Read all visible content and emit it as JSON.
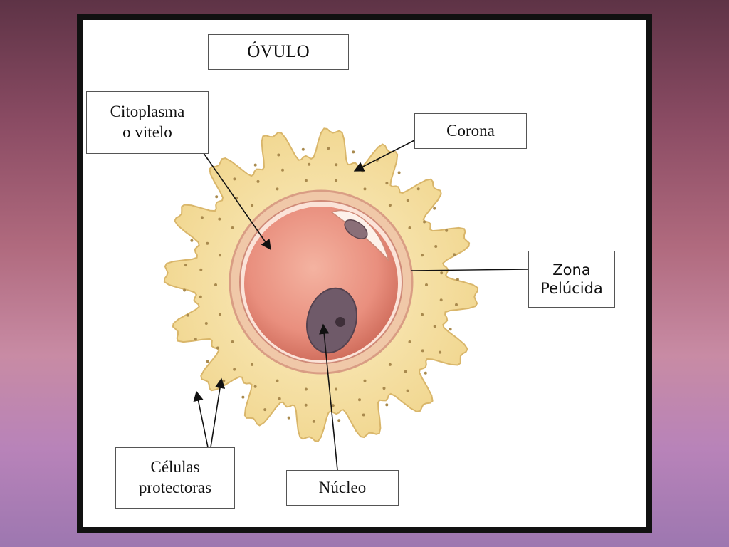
{
  "diagram": {
    "title": "ÓVULO",
    "labels": {
      "citoplasma": [
        "Citoplasma",
        "o vitelo"
      ],
      "corona": "Corona",
      "zona": [
        "Zona",
        "Pelúcida"
      ],
      "celulas": [
        "Células",
        "protectoras"
      ],
      "nucleo": "Núcleo"
    }
  },
  "colors": {
    "background_top": "#5e3346",
    "background_bottom": "#9d77b0",
    "frame": "#111111",
    "corona_fill": "#f5dfa0",
    "corona_stroke": "#d9b66a",
    "zona_pelucida": "#f0c8a8",
    "cytoplasm": "#e98f7e",
    "nucleus": "#6f5a69",
    "arrow": "#111111"
  }
}
